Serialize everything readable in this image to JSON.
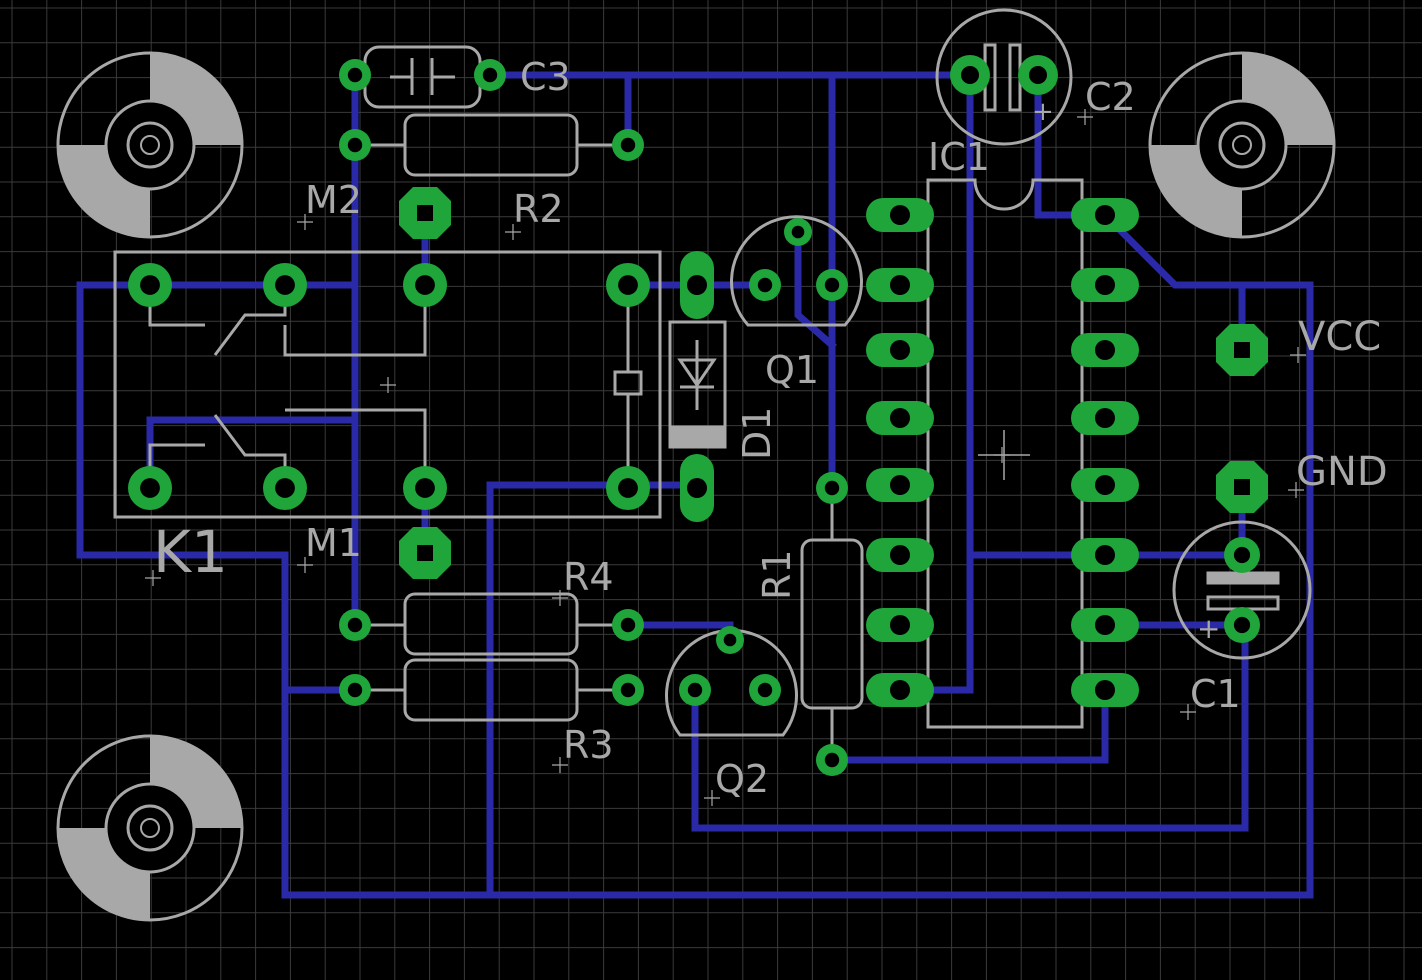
{
  "board": {
    "colors": {
      "background": "#000000",
      "grid": "#3a3a3a",
      "trace": "#2a2aa8",
      "pad": "#1fa53a",
      "pad_hole": "#000000",
      "silkscreen": "#a8a8a8",
      "mount_fill": "#a8a8a8"
    }
  },
  "labels": {
    "c3": "C3",
    "c2": "C2",
    "c2_plus": "+",
    "ic1": "IC1",
    "r2": "R2",
    "m2": "M2",
    "q1": "Q1",
    "d1": "D1",
    "vcc": "VCC",
    "gnd": "GND",
    "k1": "K1",
    "m1": "M1",
    "r4": "R4",
    "r3": "R3",
    "r1": "R1",
    "q2": "Q2",
    "c1": "C1",
    "c1_plus": "+"
  }
}
